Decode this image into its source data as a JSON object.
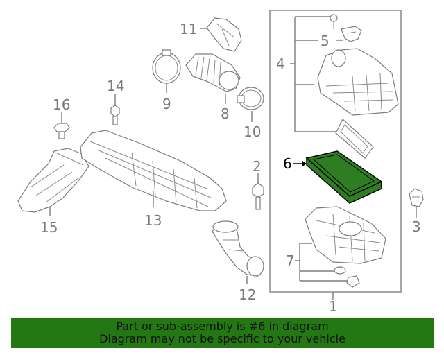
{
  "colors": {
    "highlight_fill": "#2e7d23",
    "banner_bg": "#237814",
    "part_line": "#7d7d7d",
    "label_grey": "#7a7a7a"
  },
  "callouts": [
    {
      "name": "callout-1",
      "text": "1",
      "highlight": false
    },
    {
      "name": "callout-2",
      "text": "2",
      "highlight": false
    },
    {
      "name": "callout-3",
      "text": "3",
      "highlight": false
    },
    {
      "name": "callout-4",
      "text": "4",
      "highlight": false
    },
    {
      "name": "callout-5",
      "text": "5",
      "highlight": false
    },
    {
      "name": "callout-6",
      "text": "6",
      "highlight": true
    },
    {
      "name": "callout-7",
      "text": "7",
      "highlight": false
    },
    {
      "name": "callout-8",
      "text": "8",
      "highlight": false
    },
    {
      "name": "callout-9",
      "text": "9",
      "highlight": false
    },
    {
      "name": "callout-10",
      "text": "10",
      "highlight": false
    },
    {
      "name": "callout-11",
      "text": "11",
      "highlight": false
    },
    {
      "name": "callout-12",
      "text": "12",
      "highlight": false
    },
    {
      "name": "callout-13",
      "text": "13",
      "highlight": false
    },
    {
      "name": "callout-14",
      "text": "14",
      "highlight": false
    },
    {
      "name": "callout-15",
      "text": "15",
      "highlight": false
    },
    {
      "name": "callout-16",
      "text": "16",
      "highlight": false
    }
  ],
  "banner": {
    "line1": "Part or sub-assembly is #6 in diagram",
    "line2": "Diagram may not be specific to your vehicle"
  }
}
